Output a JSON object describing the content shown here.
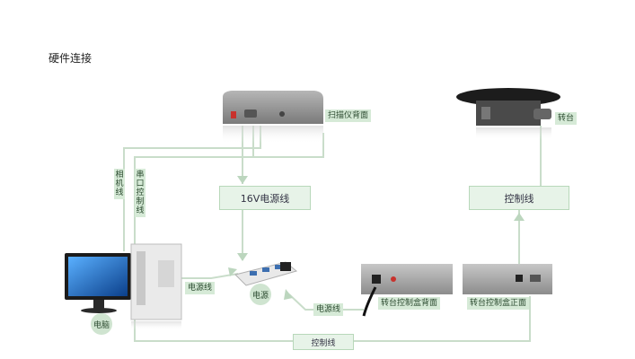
{
  "page_title": "硬件连接",
  "devices": {
    "scanner_back": "扫描仪背面",
    "turntable": "转台",
    "computer": "电脑",
    "power_strip": "电源",
    "controller_back": "转台控制盒背面",
    "controller_front": "转台控制盒正面"
  },
  "connections": {
    "power_16v": "16V电源线",
    "control_top": "控制线",
    "camera_cable": "相机线",
    "serial_control": "串口控制线",
    "power_pc": "电源线",
    "power_controller": "电源线",
    "control_bottom": "控制线"
  }
}
